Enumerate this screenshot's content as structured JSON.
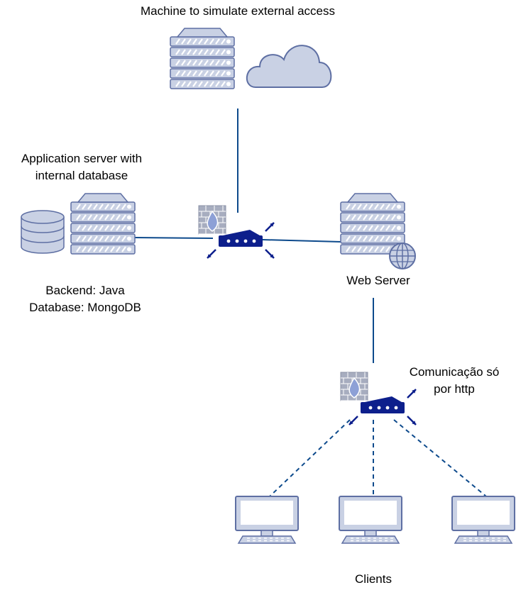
{
  "colors": {
    "server_fill": "#c9d1e4",
    "server_stroke": "#5e6fa3",
    "router_blue": "#0d1f8c",
    "link_blue": "#0d4a8c",
    "cloud_fill": "#c9d1e4",
    "firewall_gray": "#a7adbf",
    "firewall_flame": "#8da0d6"
  },
  "labels": {
    "external_access": "Machine to simulate external access",
    "app_server_line1": "Application server with",
    "app_server_line2": "internal database",
    "backend": "Backend: Java",
    "database": "Database: MongoDB",
    "web_server": "Web Server",
    "comm_line1": "Comunicação só",
    "comm_line2": "por http",
    "clients": "Clients"
  },
  "nodes": [
    {
      "id": "external-machine",
      "icon": "server-icon"
    },
    {
      "id": "internet",
      "icon": "cloud-icon"
    },
    {
      "id": "app-server",
      "icon": "server-icon"
    },
    {
      "id": "database",
      "icon": "database-icon"
    },
    {
      "id": "firewall-router-main",
      "icon": "router-icon"
    },
    {
      "id": "web-server",
      "icon": "web-server-icon"
    },
    {
      "id": "firewall-router-clients",
      "icon": "router-icon"
    },
    {
      "id": "client-1",
      "icon": "monitor-icon"
    },
    {
      "id": "client-2",
      "icon": "monitor-icon"
    },
    {
      "id": "client-3",
      "icon": "monitor-icon"
    }
  ],
  "edges": [
    {
      "from": "external-machine",
      "to": "firewall-router-main",
      "style": "solid"
    },
    {
      "from": "app-server",
      "to": "firewall-router-main",
      "style": "solid"
    },
    {
      "from": "firewall-router-main",
      "to": "web-server",
      "style": "solid"
    },
    {
      "from": "web-server",
      "to": "firewall-router-clients",
      "style": "solid"
    },
    {
      "from": "firewall-router-clients",
      "to": "client-1",
      "style": "dashed"
    },
    {
      "from": "firewall-router-clients",
      "to": "client-2",
      "style": "dashed"
    },
    {
      "from": "firewall-router-clients",
      "to": "client-3",
      "style": "dashed"
    }
  ]
}
